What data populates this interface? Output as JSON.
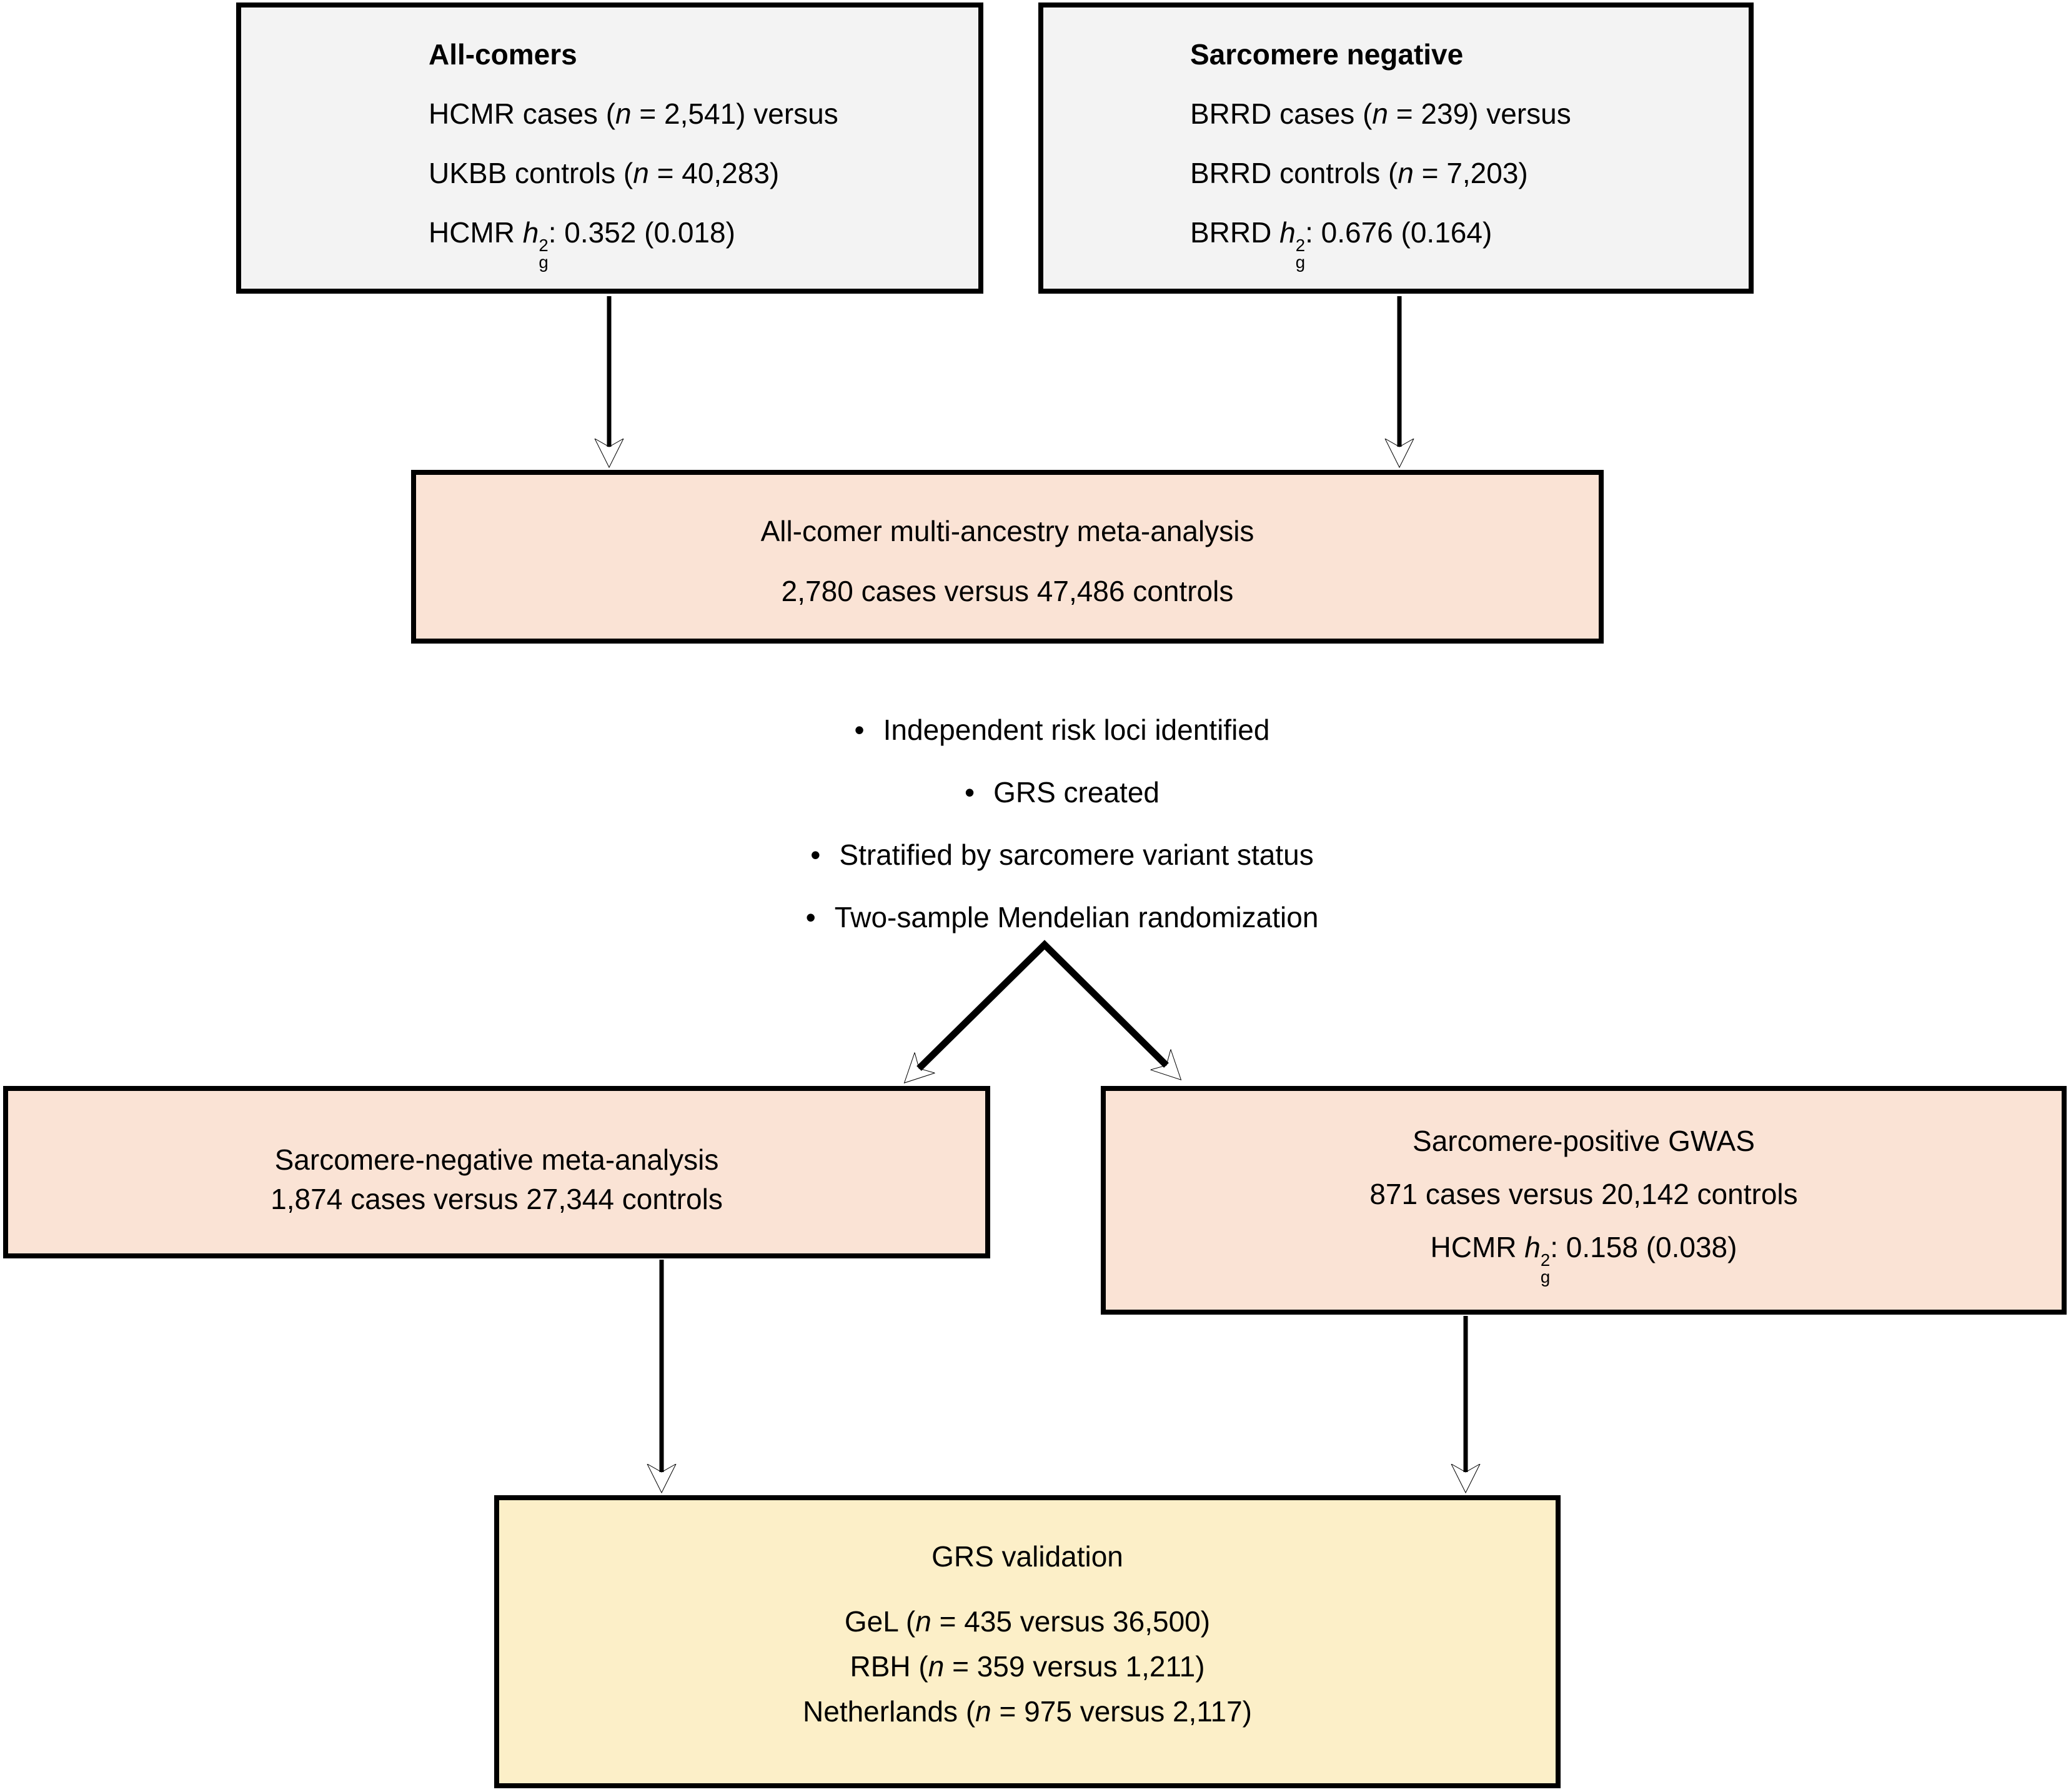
{
  "colors": {
    "background": "#ffffff",
    "box_gray": "#f3f3f3",
    "box_pink": "#fae3d5",
    "box_yellow": "#fcefc8",
    "outline": "#000000",
    "arrow": "#000000"
  },
  "top_left_box": {
    "title": "All-comers",
    "lines": [
      [
        {
          "t": "HCMR cases ("
        },
        {
          "t": "n",
          "i": true
        },
        {
          "t": " = 2,541) versus"
        }
      ],
      [
        {
          "t": "UKBB controls ("
        },
        {
          "t": "n",
          "i": true
        },
        {
          "t": " = 40,283)"
        }
      ],
      [
        {
          "t": "HCMR "
        },
        {
          "t": "h",
          "i": true
        },
        {
          "sup": "2",
          "sub": "g"
        },
        {
          "t": ": 0.352 (0.018)"
        }
      ]
    ]
  },
  "top_right_box": {
    "title": "Sarcomere negative",
    "lines": [
      [
        {
          "t": "BRRD cases ("
        },
        {
          "t": "n",
          "i": true
        },
        {
          "t": " = 239) versus"
        }
      ],
      [
        {
          "t": "BRRD controls ("
        },
        {
          "t": "n",
          "i": true
        },
        {
          "t": " = 7,203)"
        }
      ],
      [
        {
          "t": "BRRD "
        },
        {
          "t": "h",
          "i": true
        },
        {
          "sup": "2",
          "sub": "g"
        },
        {
          "t": ": 0.676 (0.164)"
        }
      ]
    ]
  },
  "meta_box": {
    "line1": "All-comer multi-ancestry meta-analysis",
    "line2": "2,780 cases versus 47,486 controls"
  },
  "bullets": {
    "marker": "•",
    "items": [
      "Independent risk loci identified",
      "GRS created",
      "Stratified by sarcomere variant status",
      "Two-sample Mendelian randomization"
    ]
  },
  "sarc_neg_box": {
    "line1": "Sarcomere-negative meta-analysis",
    "line2": "1,874 cases versus 27,344 controls"
  },
  "sarc_pos_box": {
    "line1": "Sarcomere-positive GWAS",
    "line2": "871 cases versus 20,142 controls",
    "line3": [
      {
        "t": "HCMR "
      },
      {
        "t": "h",
        "i": true
      },
      {
        "sup": "2",
        "sub": "g"
      },
      {
        "t": ": 0.158 (0.038)"
      }
    ]
  },
  "grs_box": {
    "title": "GRS validation",
    "lines": [
      [
        {
          "t": "GeL ("
        },
        {
          "t": "n",
          "i": true
        },
        {
          "t": " = 435 versus 36,500)"
        }
      ],
      [
        {
          "t": "RBH ("
        },
        {
          "t": "n",
          "i": true
        },
        {
          "t": " = 359 versus 1,211)"
        }
      ],
      [
        {
          "t": "Netherlands ("
        },
        {
          "t": "n",
          "i": true
        },
        {
          "t": " = 975 versus 2,117)"
        }
      ]
    ]
  }
}
